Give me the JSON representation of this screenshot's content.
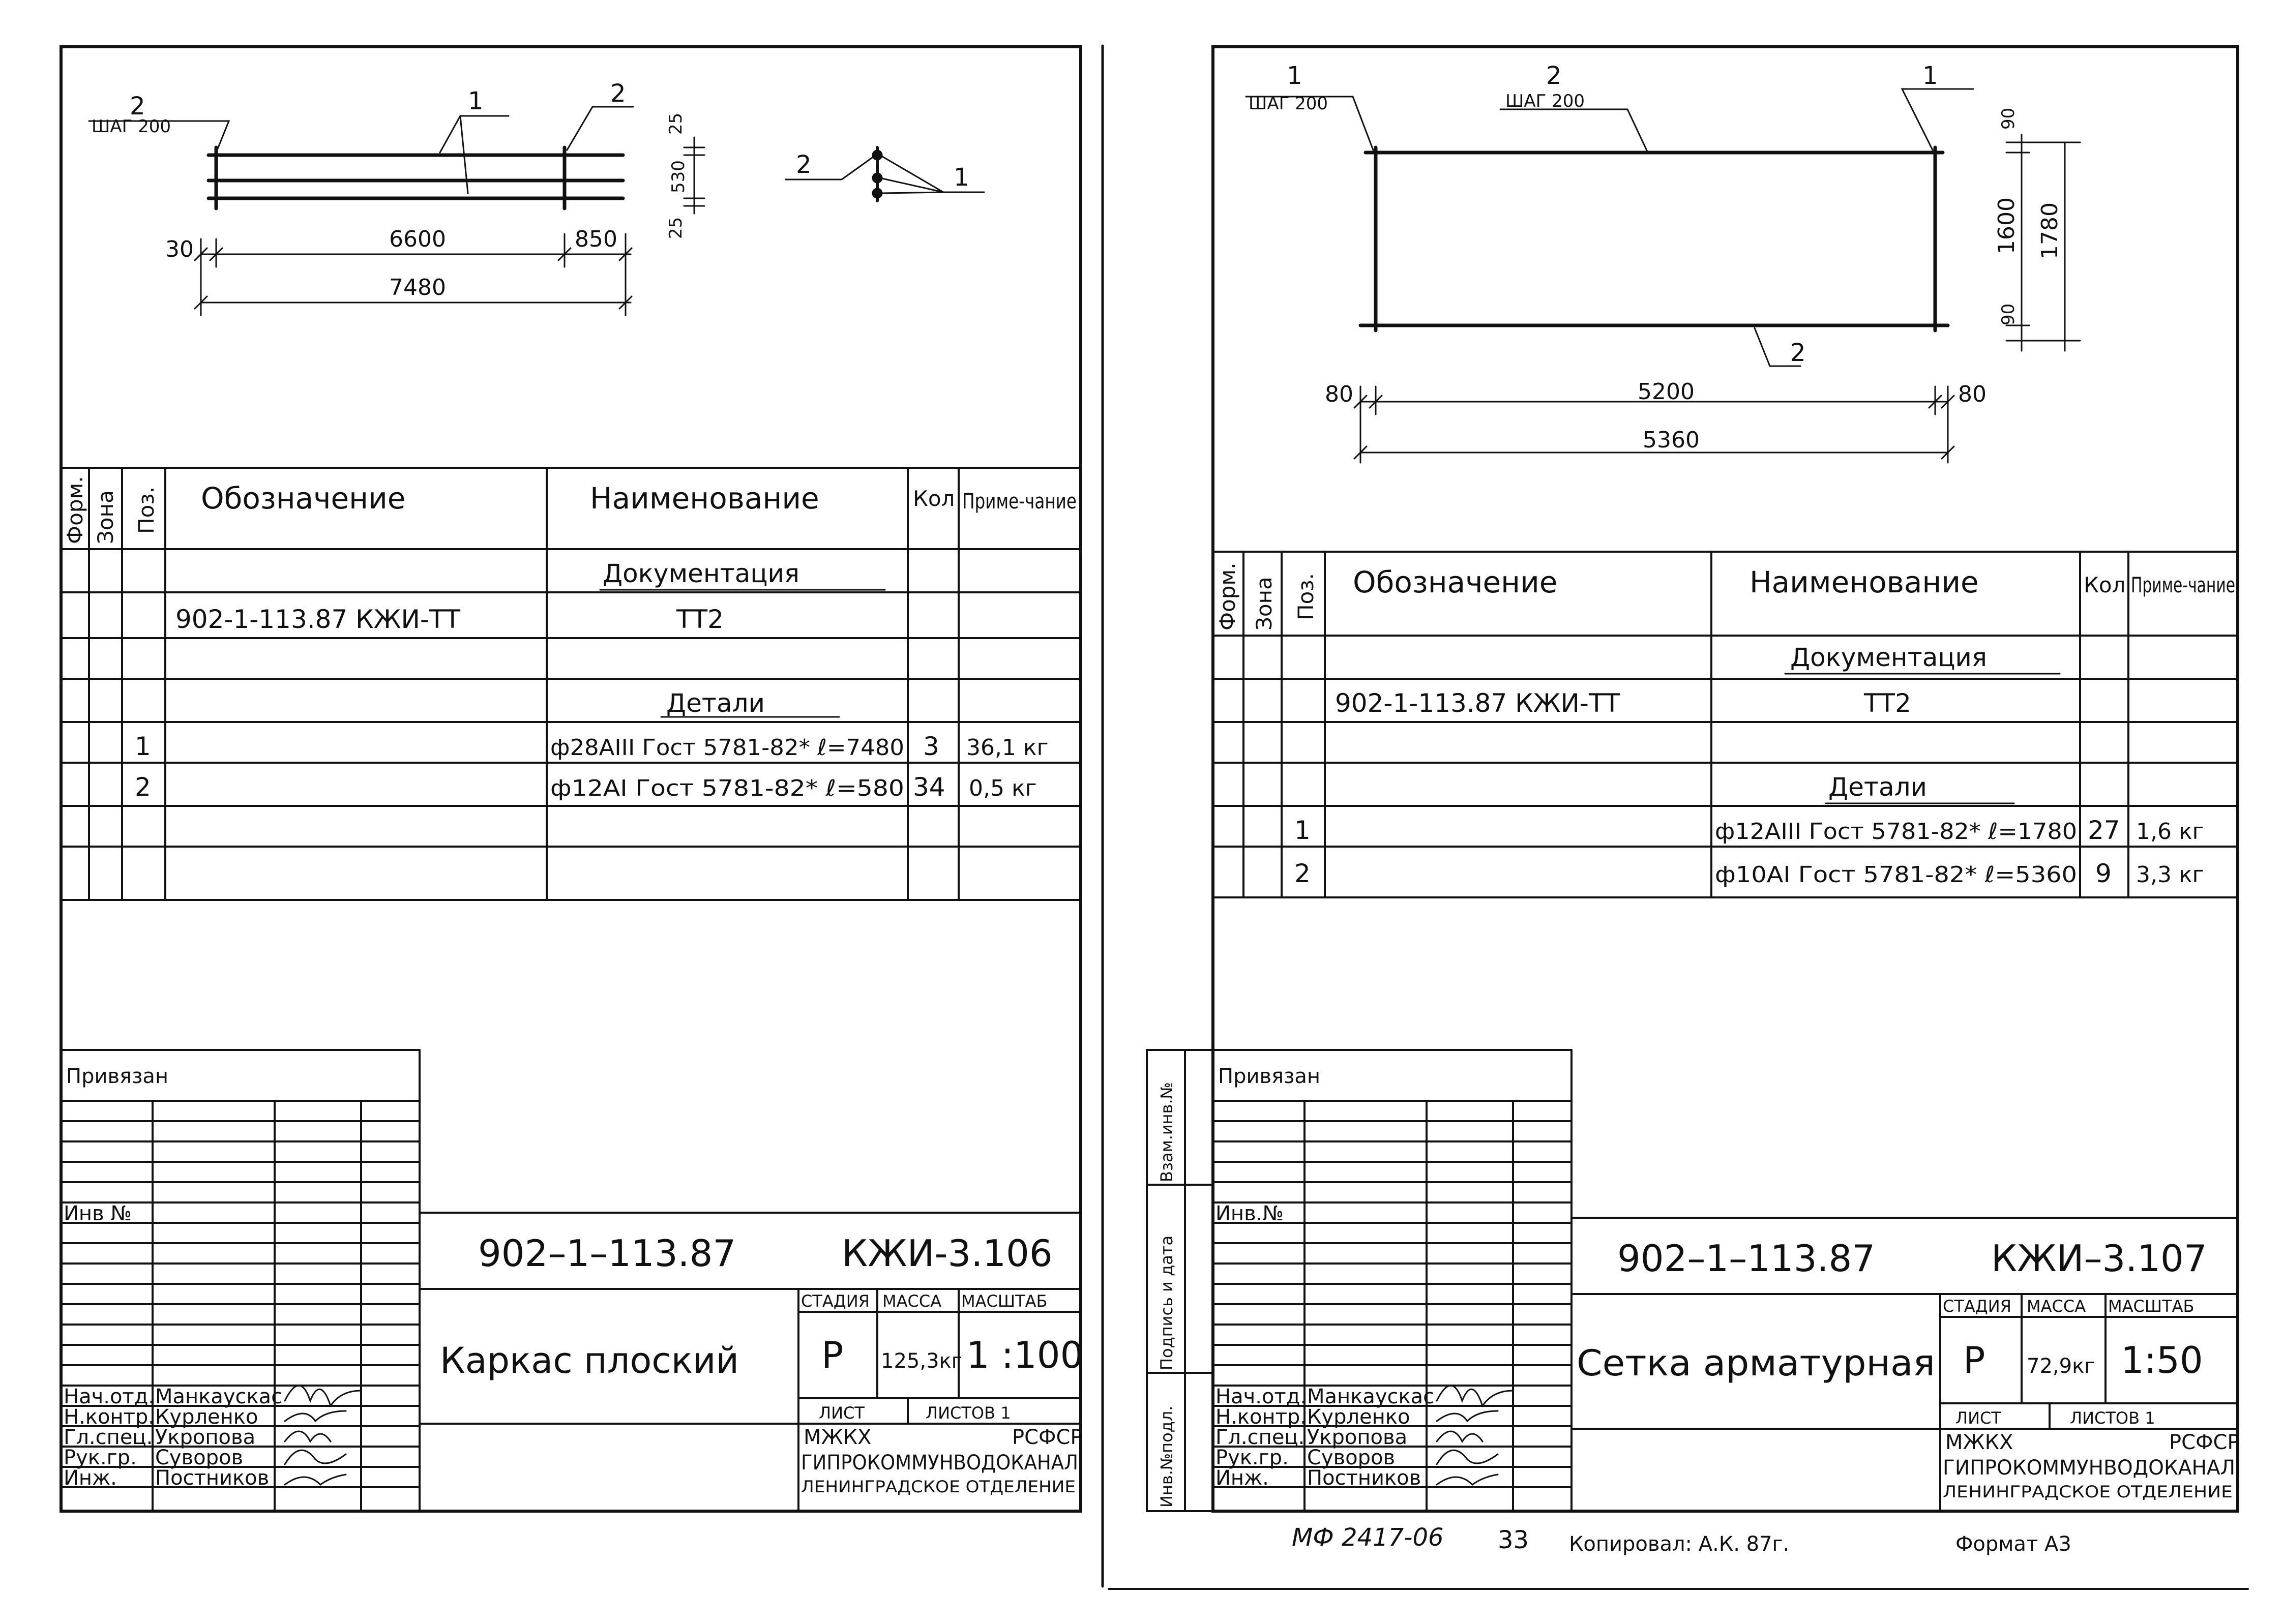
{
  "sheets": [
    {
      "drawing": {
        "callouts": [
          "2",
          "ШАГ 200",
          "1",
          "2",
          "2",
          "1"
        ],
        "dims": [
          "30",
          "6600",
          "850",
          "7480",
          "25",
          "530",
          "25"
        ]
      },
      "spec": {
        "headers": {
          "form": "Форм.",
          "zone": "Зона",
          "pos": "Поз.",
          "designation": "Обозначение",
          "name": "Наименование",
          "qty": "Кол",
          "note": "Приме-чание"
        },
        "section_doc": "Документация",
        "doc_designation": "902-1-113.87 КЖИ-ТТ",
        "doc_name": "ТТ2",
        "section_parts": "Детали",
        "rows": [
          {
            "pos": "1",
            "name": "ф28АIII Гост 5781-82* ℓ=7480",
            "qty": "3",
            "note": "36,1 кг"
          },
          {
            "pos": "2",
            "name": "ф12АI Гост 5781-82* ℓ=580",
            "qty": "34",
            "note": "0,5 кг"
          }
        ]
      },
      "title_block": {
        "bound": "Привязан",
        "inv": "Инв №",
        "project": "902–1–113.87",
        "code": "КЖИ-3.106",
        "title": "Каркас плоский",
        "stage_h": "СТАДИЯ",
        "mass_h": "МАССА",
        "scale_h": "МАСШТАБ",
        "stage": "Р",
        "mass": "125,3кг",
        "scale": "1 :100",
        "sheet_h": "ЛИСТ",
        "sheets_h": "ЛИСТОВ 1",
        "org1": "МЖКХ",
        "org2": "РСФСР",
        "org3": "ГИПРОКОММУНВОДОКАНАЛ",
        "org4": "ЛЕНИНГРАДСКОЕ ОТДЕЛЕНИЕ",
        "staff": [
          {
            "role": "Нач.отд.",
            "name": "Манкаускас"
          },
          {
            "role": "Н.контр.",
            "name": "Курленко"
          },
          {
            "role": "Гл.спец.",
            "name": "Укропова"
          },
          {
            "role": "Рук.гр.",
            "name": "Суворов"
          },
          {
            "role": "Инж.",
            "name": "Постников"
          }
        ]
      }
    },
    {
      "drawing": {
        "callouts": [
          "1",
          "ШАГ 200",
          "2",
          "ШАГ 200",
          "1",
          "2"
        ],
        "dims": [
          "80",
          "5200",
          "80",
          "5360",
          "90",
          "1600",
          "1780",
          "90"
        ]
      },
      "spec": {
        "headers": {
          "form": "Форм.",
          "zone": "Зона",
          "pos": "Поз.",
          "designation": "Обозначение",
          "name": "Наименование",
          "qty": "Кол",
          "note": "Приме-чание"
        },
        "section_doc": "Документация",
        "doc_designation": "902-1-113.87 КЖИ-ТТ",
        "doc_name": "ТТ2",
        "section_parts": "Детали",
        "rows": [
          {
            "pos": "1",
            "name": "ф12АIII Гост 5781-82* ℓ=1780",
            "qty": "27",
            "note": "1,6 кг"
          },
          {
            "pos": "2",
            "name": "ф10АI Гост 5781-82* ℓ=5360",
            "qty": "9",
            "note": "3,3 кг"
          }
        ]
      },
      "side": [
        "Взам.инв.№",
        "Подпись и дата",
        "Инв.№подл."
      ],
      "title_block": {
        "bound": "Привязан",
        "inv": "Инв.№",
        "project": "902–1–113.87",
        "code": "КЖИ–3.107",
        "title": "Сетка арматурная",
        "stage_h": "СТАДИЯ",
        "mass_h": "МАССА",
        "scale_h": "МАСШТАБ",
        "stage": "Р",
        "mass": "72,9кг",
        "scale": "1:50",
        "sheet_h": "ЛИСТ",
        "sheets_h": "ЛИСТОВ 1",
        "org1": "МЖКХ",
        "org2": "РСФСР",
        "org3": "ГИПРОКОММУНВОДОКАНАЛ",
        "org4": "ЛЕНИНГРАДСКОЕ ОТДЕЛЕНИЕ",
        "staff": [
          {
            "role": "Нач.отд.",
            "name": "Манкаускас"
          },
          {
            "role": "Н.контр.",
            "name": "Курленко"
          },
          {
            "role": "Гл.спец.",
            "name": "Укропова"
          },
          {
            "role": "Рук.гр.",
            "name": "Суворов"
          },
          {
            "role": "Инж.",
            "name": "Постников"
          }
        ]
      }
    }
  ],
  "footer": {
    "stamp": "МФ 2417-06",
    "num": "33",
    "copied": "Копировал: А.К. 87г.",
    "format": "Формат А3"
  }
}
